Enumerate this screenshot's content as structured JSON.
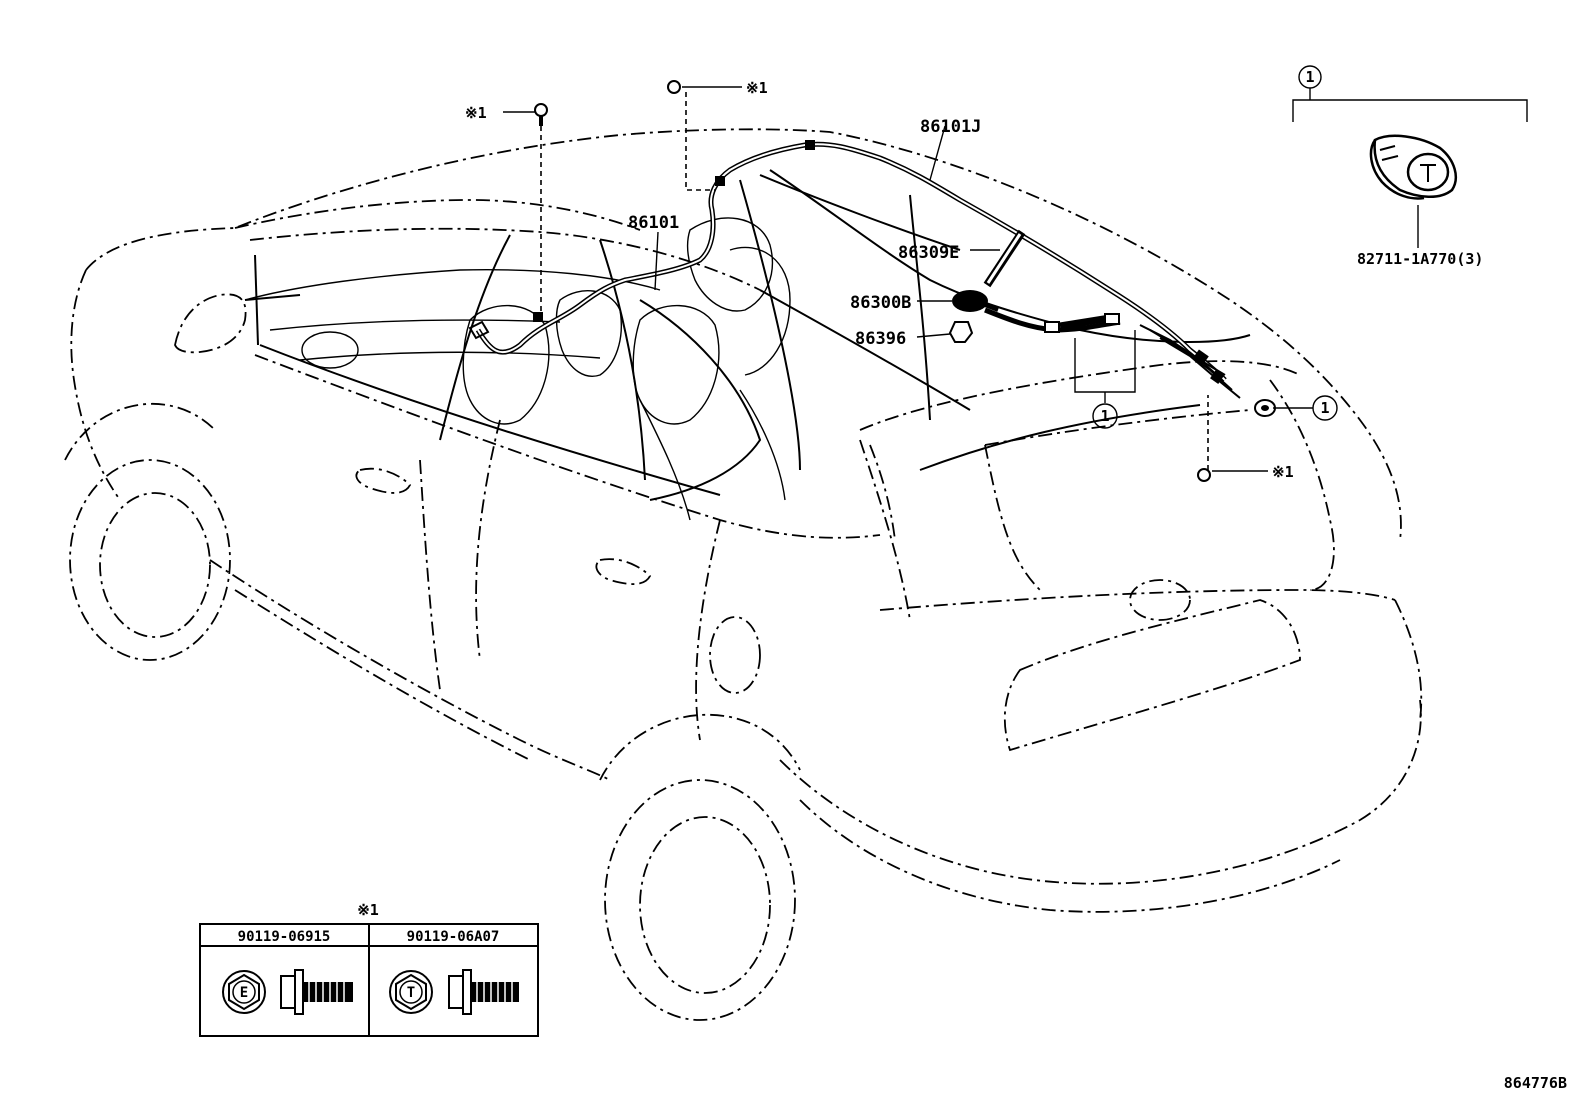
{
  "diagram": {
    "drawing_number": "864776B",
    "callouts": {
      "harness_roof": "86101J",
      "harness_main": "86101",
      "antenna_rod": "86309E",
      "antenna_base": "86300B",
      "antenna_pad": "86396",
      "clamp_part": "82711-1A770(3)"
    },
    "circle_marker": "1",
    "bolt_marker": "※1",
    "bolt_table": {
      "title": "※1",
      "columns": [
        {
          "part_no": "90119-06915",
          "head_mark": "E"
        },
        {
          "part_no": "90119-06A07",
          "head_mark": "T"
        }
      ]
    }
  }
}
